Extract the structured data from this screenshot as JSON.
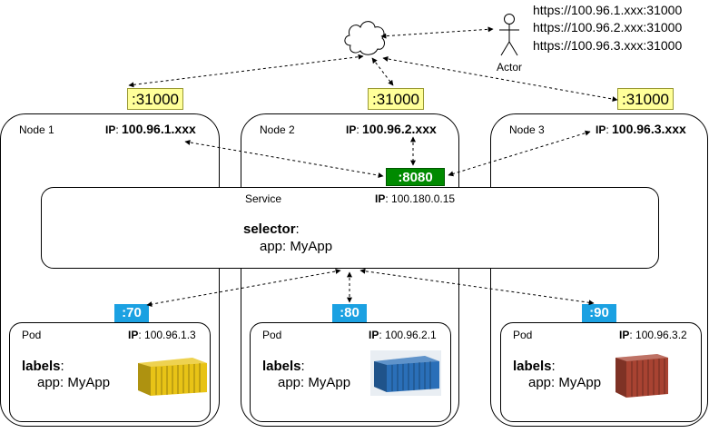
{
  "urls": [
    "https://100.96.1.xxx:31000",
    "https://100.96.2.xxx:31000",
    "https://100.96.3.xxx:31000"
  ],
  "actor_label": "Actor",
  "ip_prefix": "IP",
  "node_ports": [
    ":31000",
    ":31000",
    ":31000"
  ],
  "nodes": [
    {
      "name": "Node 1",
      "ip": "100.96.1.xxx"
    },
    {
      "name": "Node 2",
      "ip": "100.96.2.xxx"
    },
    {
      "name": "Node 3",
      "ip": "100.96.3.xxx"
    }
  ],
  "service": {
    "name": "Service",
    "ip": "100.180.0.15",
    "port": ":8080",
    "selector_label": "selector",
    "selector_value": "app: MyApp"
  },
  "pods": [
    {
      "name": "Pod",
      "ip": "100.96.1.3",
      "port": ":70",
      "labels_label": "labels",
      "labels_value": "app: MyApp",
      "container_color": "#e8c316"
    },
    {
      "name": "Pod",
      "ip": "100.96.2.1",
      "port": ":80",
      "labels_label": "labels",
      "labels_value": "app: MyApp",
      "container_color": "#2a6fb8"
    },
    {
      "name": "Pod",
      "ip": "100.96.3.2",
      "port": ":90",
      "labels_label": "labels",
      "labels_value": "app: MyApp",
      "container_color": "#a84332"
    }
  ],
  "colors": {
    "node_port_bg": "#ffff99",
    "pod_port_bg": "#1ba1e2",
    "service_port_bg": "#008a00"
  },
  "icons": [
    "cloud-icon",
    "actor-icon",
    "container-icon"
  ]
}
